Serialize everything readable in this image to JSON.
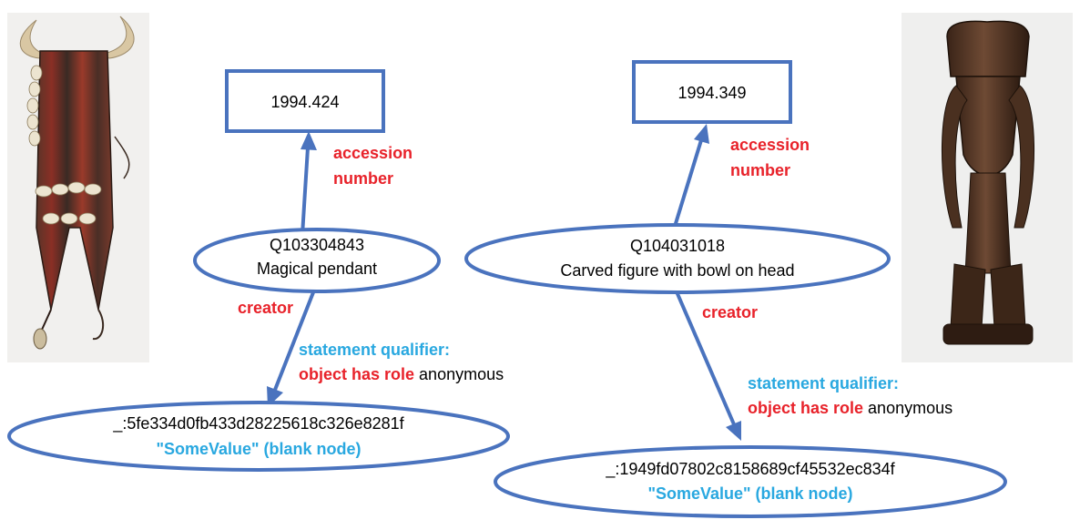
{
  "colors": {
    "shape_stroke": "#4a73be",
    "property_label": "#e8222a",
    "qualifier_label": "#29a8e0",
    "text": "#000000"
  },
  "left": {
    "accession_box": {
      "value": "1994.424"
    },
    "item": {
      "qid": "Q103304843",
      "label": "Magical pendant"
    },
    "accession_edge": {
      "line1": "accession",
      "line2": "number"
    },
    "creator_edge": {
      "label": "creator"
    },
    "qualifier": {
      "heading": "statement qualifier:",
      "property": "object has role",
      "value": "anonymous"
    },
    "blank_node": {
      "id": "_:5fe334d0fb433d28225618c326e8281f",
      "kind": "\"SomeValue\" (blank node)"
    },
    "photo": {
      "subject": "magical-pendant-photo"
    }
  },
  "right": {
    "accession_box": {
      "value": "1994.349"
    },
    "item": {
      "qid": "Q104031018",
      "label": "Carved figure with bowl on head"
    },
    "accession_edge": {
      "line1": "accession",
      "line2": "number"
    },
    "creator_edge": {
      "label": "creator"
    },
    "qualifier": {
      "heading": "statement qualifier:",
      "property": "object has role",
      "value": "anonymous"
    },
    "blank_node": {
      "id": "_:1949fd07802c8158689cf45532ec834f",
      "kind": "\"SomeValue\" (blank node)"
    },
    "photo": {
      "subject": "carved-figure-photo"
    }
  }
}
